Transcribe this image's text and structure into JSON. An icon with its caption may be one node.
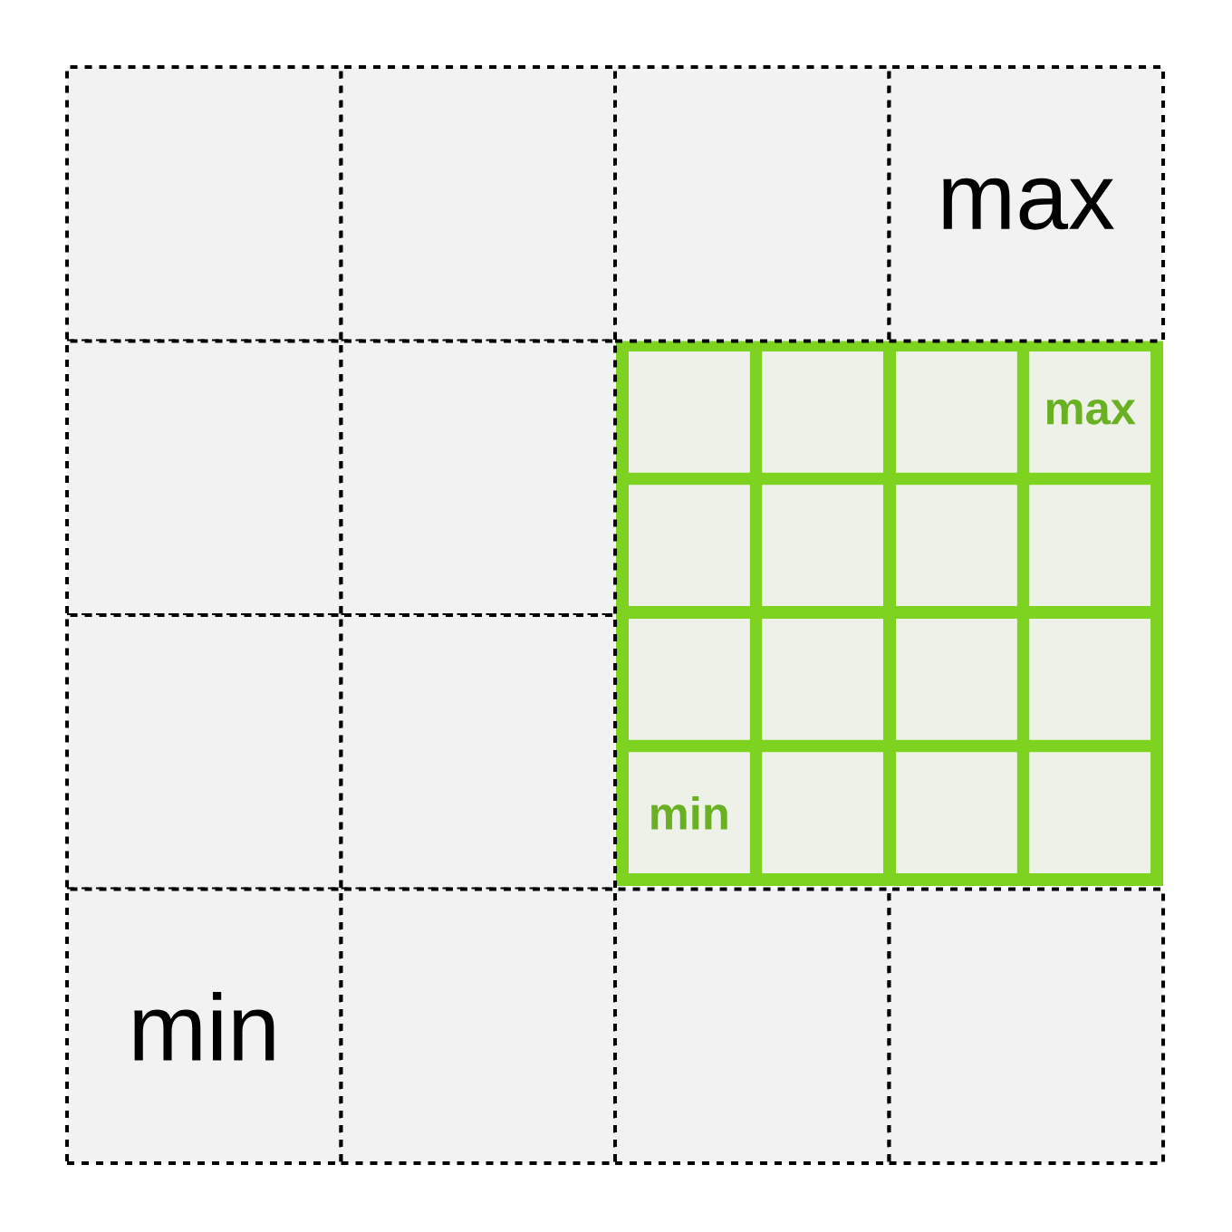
{
  "diagram": {
    "nodes": [
      {
        "text": [],
        "shape": "box"
      },
      {
        "text": [],
        "shape": "box"
      },
      {
        "text": [],
        "shape": "box"
      },
      {
        "text": [
          "max"
        ]
      },
      {
        "text": [],
        "shape": "box"
      },
      {
        "text": [],
        "shape": "box"
      },
      {
        "text": [],
        "shape": "box"
      },
      {
        "text": [],
        "shape": "box"
      },
      {
        "text": [
          "min"
        ]
      },
      {
        "text": [],
        "shape": "box"
      },
      {
        "text": [],
        "shape": "box"
      },
      {
        "text": [],
        "shape": "box"
      },
      {
        "text": [],
        "shape": "box"
      },
      {
        "text": [],
        "shape": "box"
      },
      {
        "text": [],
        "shape": "box"
      },
      {
        "text": [
          "max"
        ]
      },
      {
        "text": [],
        "shape": "box"
      },
      {
        "text": [],
        "shape": "box"
      },
      {
        "text": [],
        "shape": "box"
      },
      {
        "text": [],
        "shape": "box"
      },
      {
        "text": [],
        "shape": "box"
      },
      {
        "text": [],
        "shape": "box"
      },
      {
        "text": [],
        "shape": "box"
      },
      {
        "text": [],
        "shape": "box"
      },
      {
        "text": [
          "min"
        ]
      },
      {
        "text": [],
        "shape": "box"
      },
      {
        "text": [],
        "shape": "box"
      },
      {
        "text": [],
        "shape": "box"
      }
    ]
  }
}
